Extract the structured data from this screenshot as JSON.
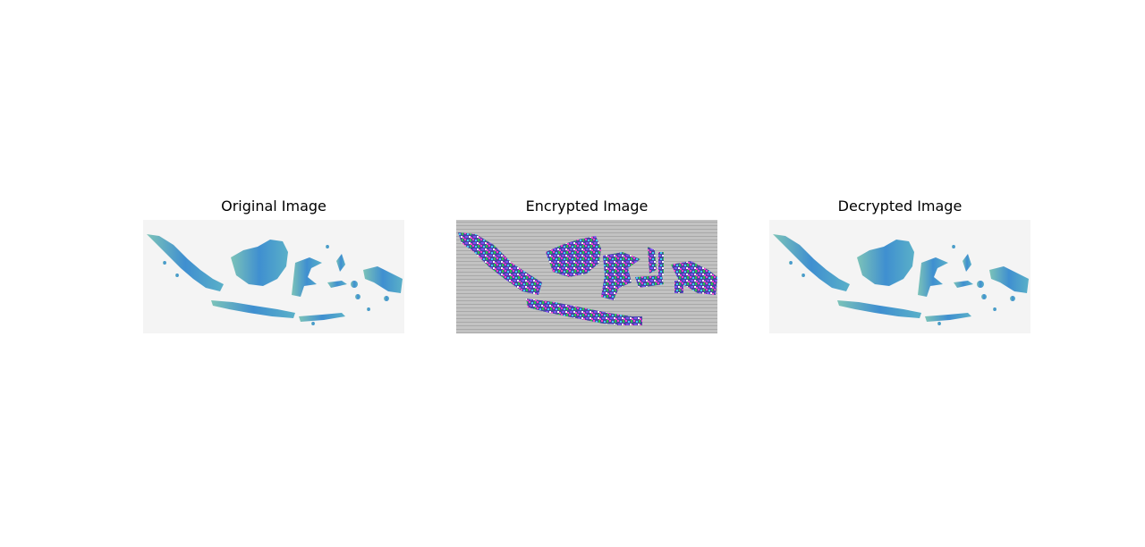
{
  "panels": [
    {
      "title": "Original Image",
      "image": {
        "icon": "indonesia-map-image",
        "background_color": "#f4f4f4",
        "palette": [
          "#7cc3b8",
          "#3f8fd0",
          "#5ab0c8",
          "#2f7fc4"
        ]
      }
    },
    {
      "title": "Encrypted Image",
      "image": {
        "icon": "encrypted-noise-image",
        "background_color": "#c2c2c2",
        "palette": [
          "#ff2fd0",
          "#2fd0ff",
          "#3a3aa0",
          "#7a40ff",
          "#20c040",
          "#ffffff"
        ]
      }
    },
    {
      "title": "Decrypted Image",
      "image": {
        "icon": "indonesia-map-image",
        "background_color": "#f4f4f4",
        "palette": [
          "#7cc3b8",
          "#3f8fd0",
          "#5ab0c8",
          "#2f7fc4"
        ]
      }
    }
  ]
}
